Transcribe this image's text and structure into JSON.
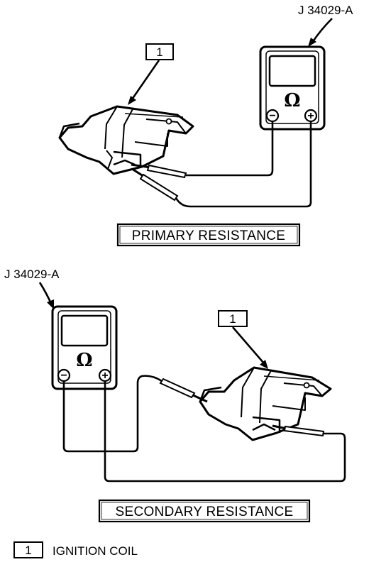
{
  "top_panel": {
    "tool_label": "J 34029-A",
    "callout_number": "1",
    "meter_symbol": "Ω",
    "minus_symbol": "−",
    "plus_symbol": "+",
    "caption": "PRIMARY RESISTANCE"
  },
  "bottom_panel": {
    "tool_label": "J 34029-A",
    "callout_number": "1",
    "meter_symbol": "Ω",
    "minus_symbol": "−",
    "plus_symbol": "+",
    "caption": "SECONDARY RESISTANCE"
  },
  "legend": {
    "number": "1",
    "label": "IGNITION COIL"
  }
}
